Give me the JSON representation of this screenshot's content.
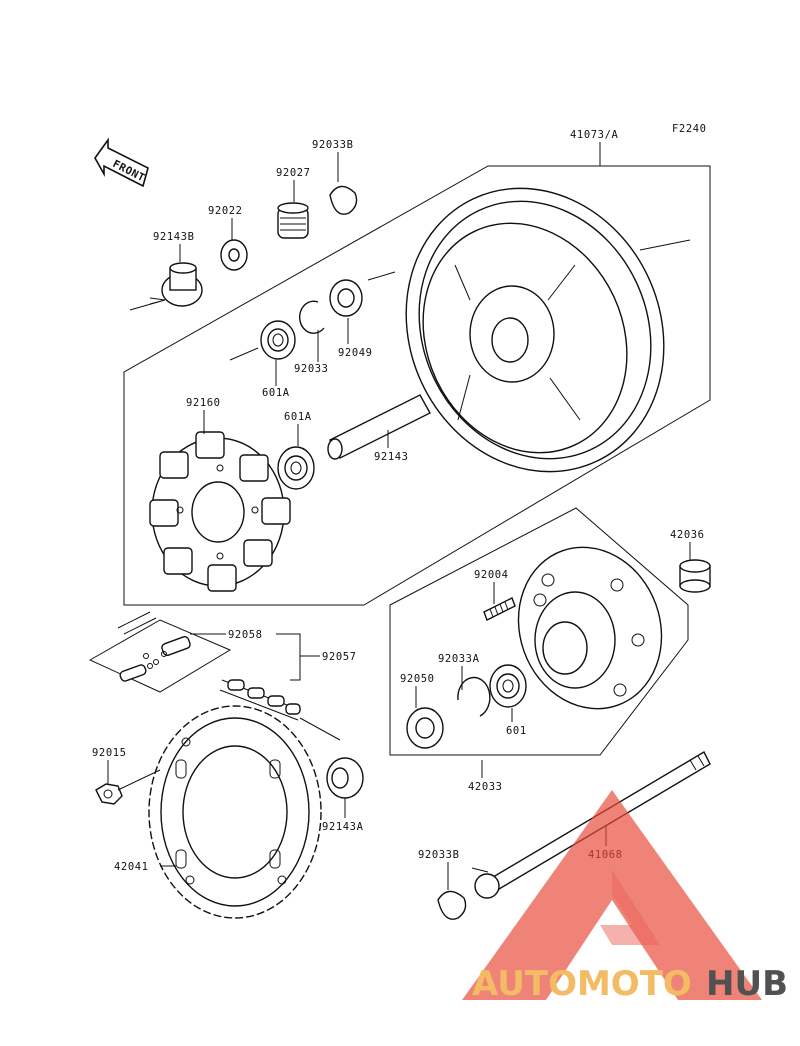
{
  "figure_code": "F2240",
  "front_arrow": "FRONT",
  "parts": [
    {
      "id": "wheel",
      "label": "41073/A"
    },
    {
      "id": "collar-top",
      "label": "92033B"
    },
    {
      "id": "collar",
      "label": "92027"
    },
    {
      "id": "washer",
      "label": "92022"
    },
    {
      "id": "collar-left",
      "label": "92143B"
    },
    {
      "id": "seal",
      "label": "92049"
    },
    {
      "id": "circlip",
      "label": "92033"
    },
    {
      "id": "bearing-a1",
      "label": "601A"
    },
    {
      "id": "damper",
      "label": "92160"
    },
    {
      "id": "bearing-a2",
      "label": "601A"
    },
    {
      "id": "sleeve",
      "label": "92143"
    },
    {
      "id": "collar-right",
      "label": "42036"
    },
    {
      "id": "stud",
      "label": "92004"
    },
    {
      "id": "circlip-a",
      "label": "92033A"
    },
    {
      "id": "seal-hub",
      "label": "92050"
    },
    {
      "id": "bearing-hub",
      "label": "601"
    },
    {
      "id": "coupling",
      "label": "42033"
    },
    {
      "id": "chain-link",
      "label": "92058"
    },
    {
      "id": "chain",
      "label": "92057"
    },
    {
      "id": "nut",
      "label": "92015"
    },
    {
      "id": "collar-sprocket",
      "label": "92143A"
    },
    {
      "id": "sprocket",
      "label": "42041"
    },
    {
      "id": "collar-bottom",
      "label": "92033B"
    },
    {
      "id": "axle",
      "label": "41068"
    }
  ],
  "watermark": {
    "brand_part1": "AUTOMOTO",
    "brand_part2": "HUB",
    "colors": {
      "triangle": "#e8483a",
      "part1": "#f2b04a",
      "part2": "#333333"
    }
  }
}
